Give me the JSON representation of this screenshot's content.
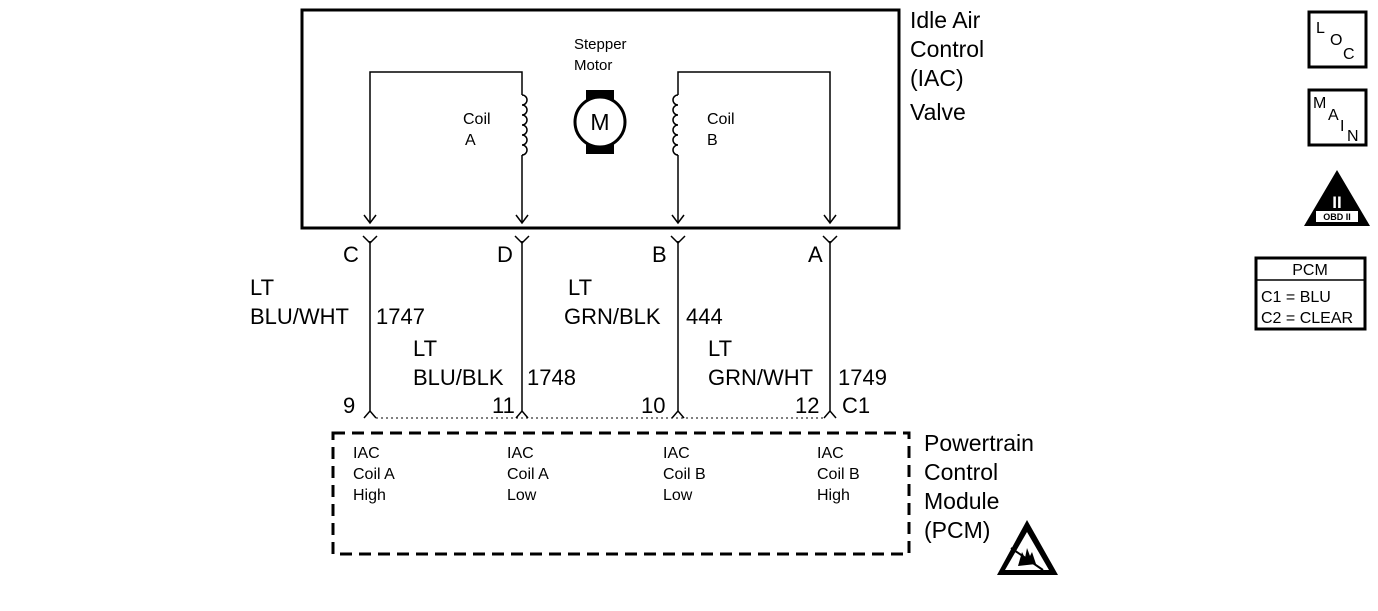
{
  "component": {
    "title_lines": [
      "Idle Air",
      "Control",
      "(IAC)",
      "Valve"
    ],
    "motor_label_lines": [
      "Stepper",
      "Motor"
    ],
    "motor_symbol": "M",
    "coil_a_lines": [
      "Coil",
      "A"
    ],
    "coil_b_lines": [
      "Coil",
      "B"
    ]
  },
  "connector_pins": [
    "C",
    "D",
    "B",
    "A"
  ],
  "wires": [
    {
      "color_lines": [
        "LT",
        "BLU/WHT"
      ],
      "circuit": "1747",
      "pcm_pin": "9"
    },
    {
      "color_lines": [
        "LT",
        "BLU/BLK"
      ],
      "circuit": "1748",
      "pcm_pin": "11"
    },
    {
      "color_lines": [
        "LT",
        "GRN/BLK"
      ],
      "circuit": "444",
      "pcm_pin": "10"
    },
    {
      "color_lines": [
        "LT",
        "GRN/WHT"
      ],
      "circuit": "1749",
      "pcm_pin": "12"
    }
  ],
  "pcm_connector_label": "C1",
  "pcm": {
    "title_lines": [
      "Powertrain",
      "Control",
      "Module",
      "(PCM)"
    ],
    "terminals": [
      [
        "IAC",
        "Coil A",
        "High"
      ],
      [
        "IAC",
        "Coil A",
        "Low"
      ],
      [
        "IAC",
        "Coil B",
        "Low"
      ],
      [
        "IAC",
        "Coil B",
        "High"
      ]
    ]
  },
  "badges": {
    "loc": {
      "letters": [
        "L",
        "O",
        "C"
      ],
      "icon": "loc-icon"
    },
    "main": {
      "letters": [
        "M",
        "A",
        "I",
        "N"
      ],
      "icon": "main-icon"
    },
    "obd": {
      "numeral": "II",
      "caption": "OBD II",
      "icon": "obd-ii-icon"
    },
    "esd_icon": "esd-sensitive-icon"
  },
  "pcm_legend": {
    "title": "PCM",
    "rows": [
      "C1 = BLU",
      "C2 = CLEAR"
    ]
  }
}
